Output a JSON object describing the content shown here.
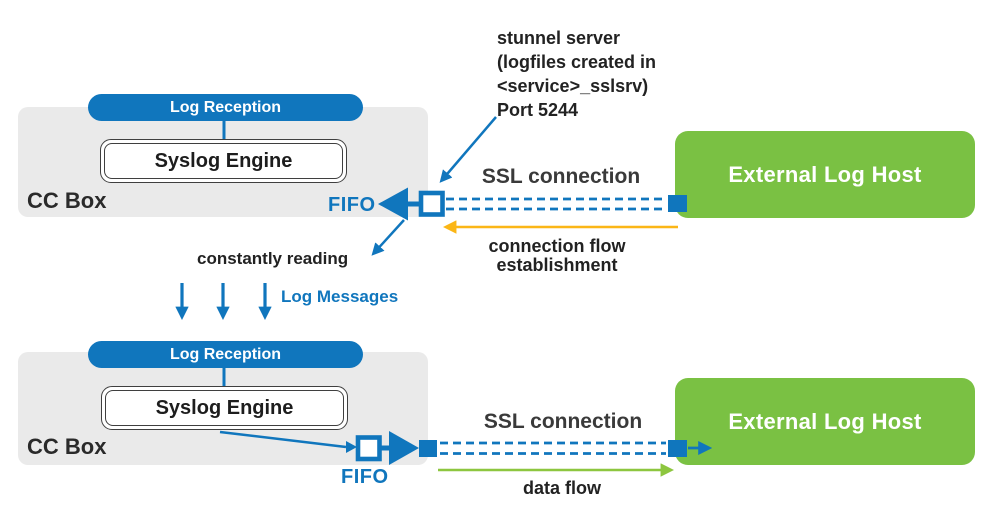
{
  "colors": {
    "blue": "#1076bd",
    "green": "#7ac143",
    "green_line": "#8dc63f",
    "orange": "#fbb616",
    "box_gray": "#eaeaea",
    "text_dark": "#2d2d2d"
  },
  "top": {
    "log_reception": "Log Reception",
    "syslog_engine": "Syslog Engine",
    "cc_box": "CC Box",
    "fifo": "FIFO",
    "annotation_line1": "stunnel server",
    "annotation_line2": "(logfiles created in",
    "annotation_line3": "<service>_sslsrv)",
    "annotation_line4": "Port 5244",
    "ssl_connection": "SSL connection",
    "external_log_host": "External Log Host",
    "connection_flow_line1": "connection flow",
    "connection_flow_line2": "establishment",
    "constantly_reading": "constantly reading",
    "log_messages": "Log Messages"
  },
  "bottom": {
    "log_reception": "Log Reception",
    "syslog_engine": "Syslog Engine",
    "cc_box": "CC Box",
    "fifo": "FIFO",
    "ssl_connection": "SSL connection",
    "external_log_host": "External Log Host",
    "data_flow": "data flow"
  }
}
